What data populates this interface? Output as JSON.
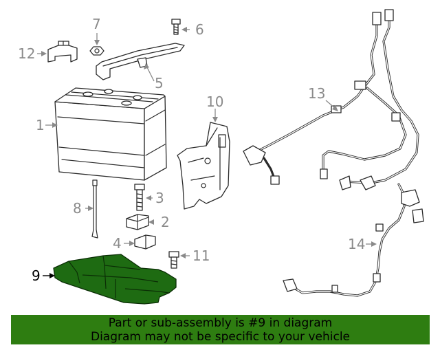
{
  "callouts": {
    "c1": "1",
    "c2": "2",
    "c3": "3",
    "c4": "4",
    "c5": "5",
    "c6": "6",
    "c7": "7",
    "c8": "8",
    "c9": "9",
    "c10": "10",
    "c11": "11",
    "c12": "12",
    "c13": "13",
    "c14": "14"
  },
  "highlighted_part": "9",
  "banner": {
    "line1": "Part or sub-assembly is #9 in diagram",
    "line2": "Diagram may not be specific to your vehicle"
  },
  "colors": {
    "highlight_fill": "#1e6b12",
    "banner_background": "#2e7d11",
    "callout_text": "#8a8a8a",
    "highlight_callout_text": "#000000"
  }
}
